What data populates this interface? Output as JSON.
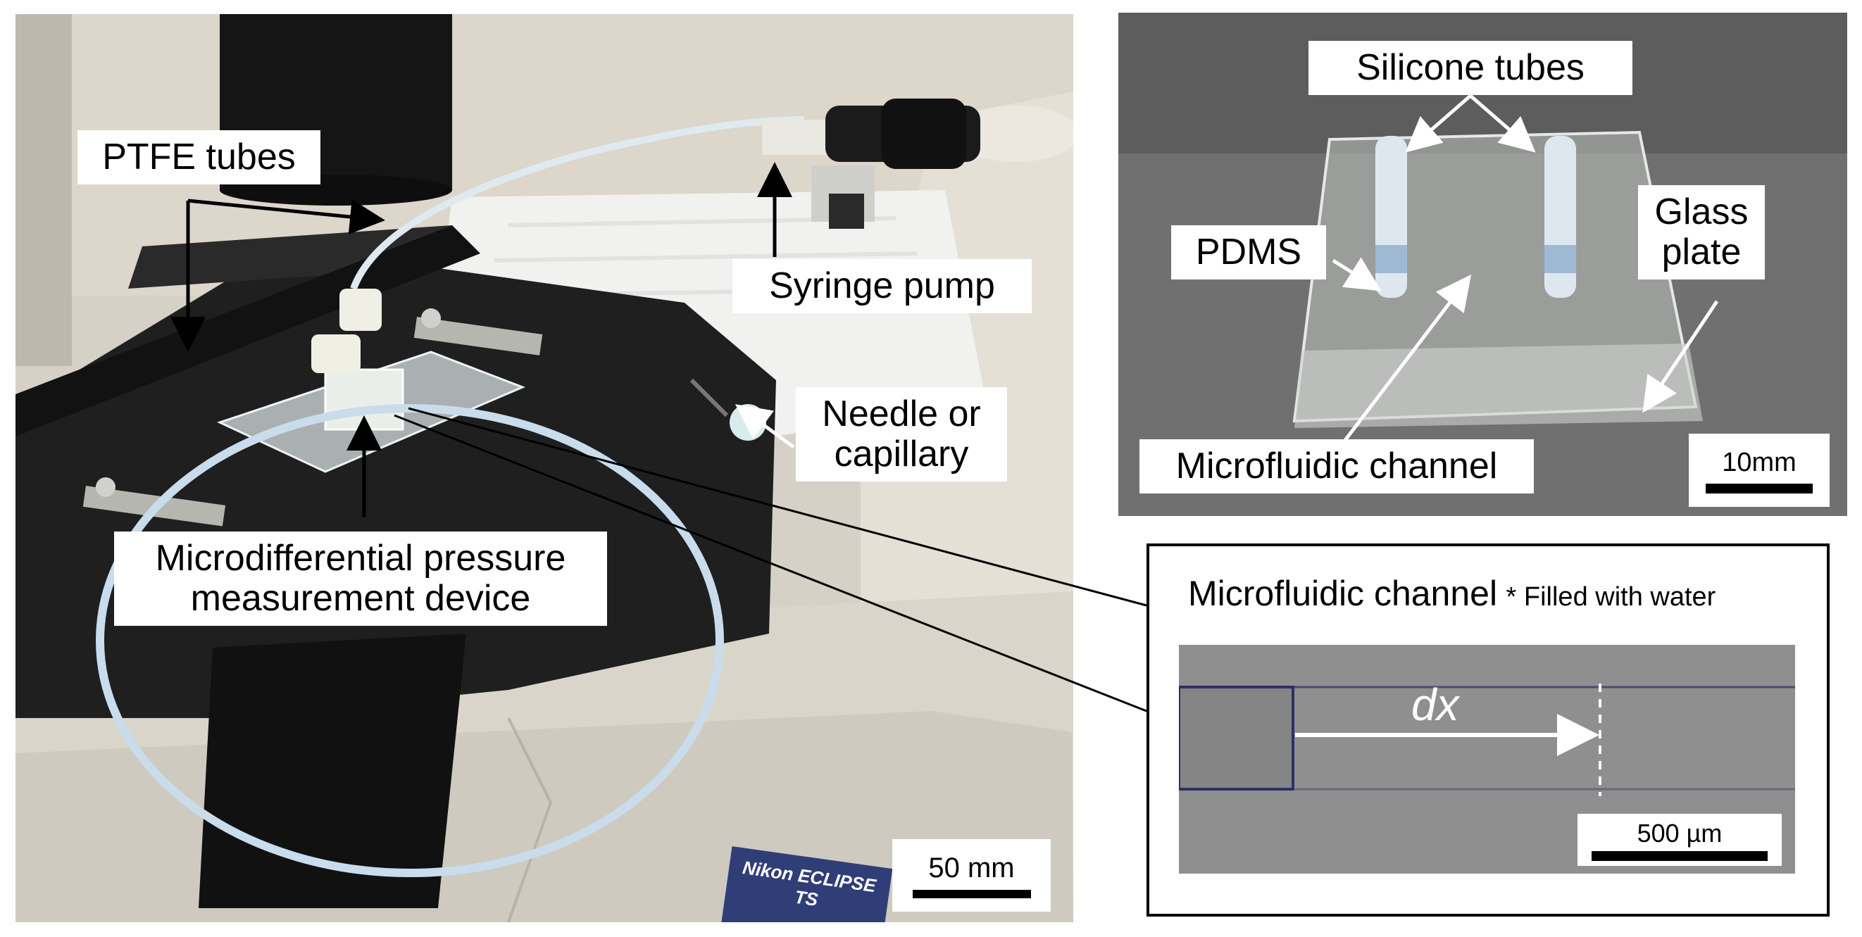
{
  "left_panel": {
    "labels": {
      "ptfe_tubes": "PTFE tubes",
      "syringe_pump": "Syringe pump",
      "needle": "Needle or capillary",
      "device": "Microdifferential pressure measurement device"
    },
    "brand_plate": "Nikon ECLIPSE TS",
    "scale_bar": "50 mm"
  },
  "top_right_panel": {
    "labels": {
      "silicone_tubes": "Silicone tubes",
      "pdms": "PDMS",
      "glass_plate": "Glass plate",
      "channel": "Microfluidic channel"
    },
    "scale_bar": "10mm"
  },
  "bottom_right_panel": {
    "title": "Microfluidic channel",
    "title_note": "* Filled with water",
    "dx_label": "dx",
    "scale_bar": "500 µm"
  },
  "colors": {
    "microscope_body": "#d8d4c8",
    "stage_black": "#1c1c1c",
    "tube_blue": "#c8dcec",
    "channel_grey": "#8c8c8c"
  }
}
